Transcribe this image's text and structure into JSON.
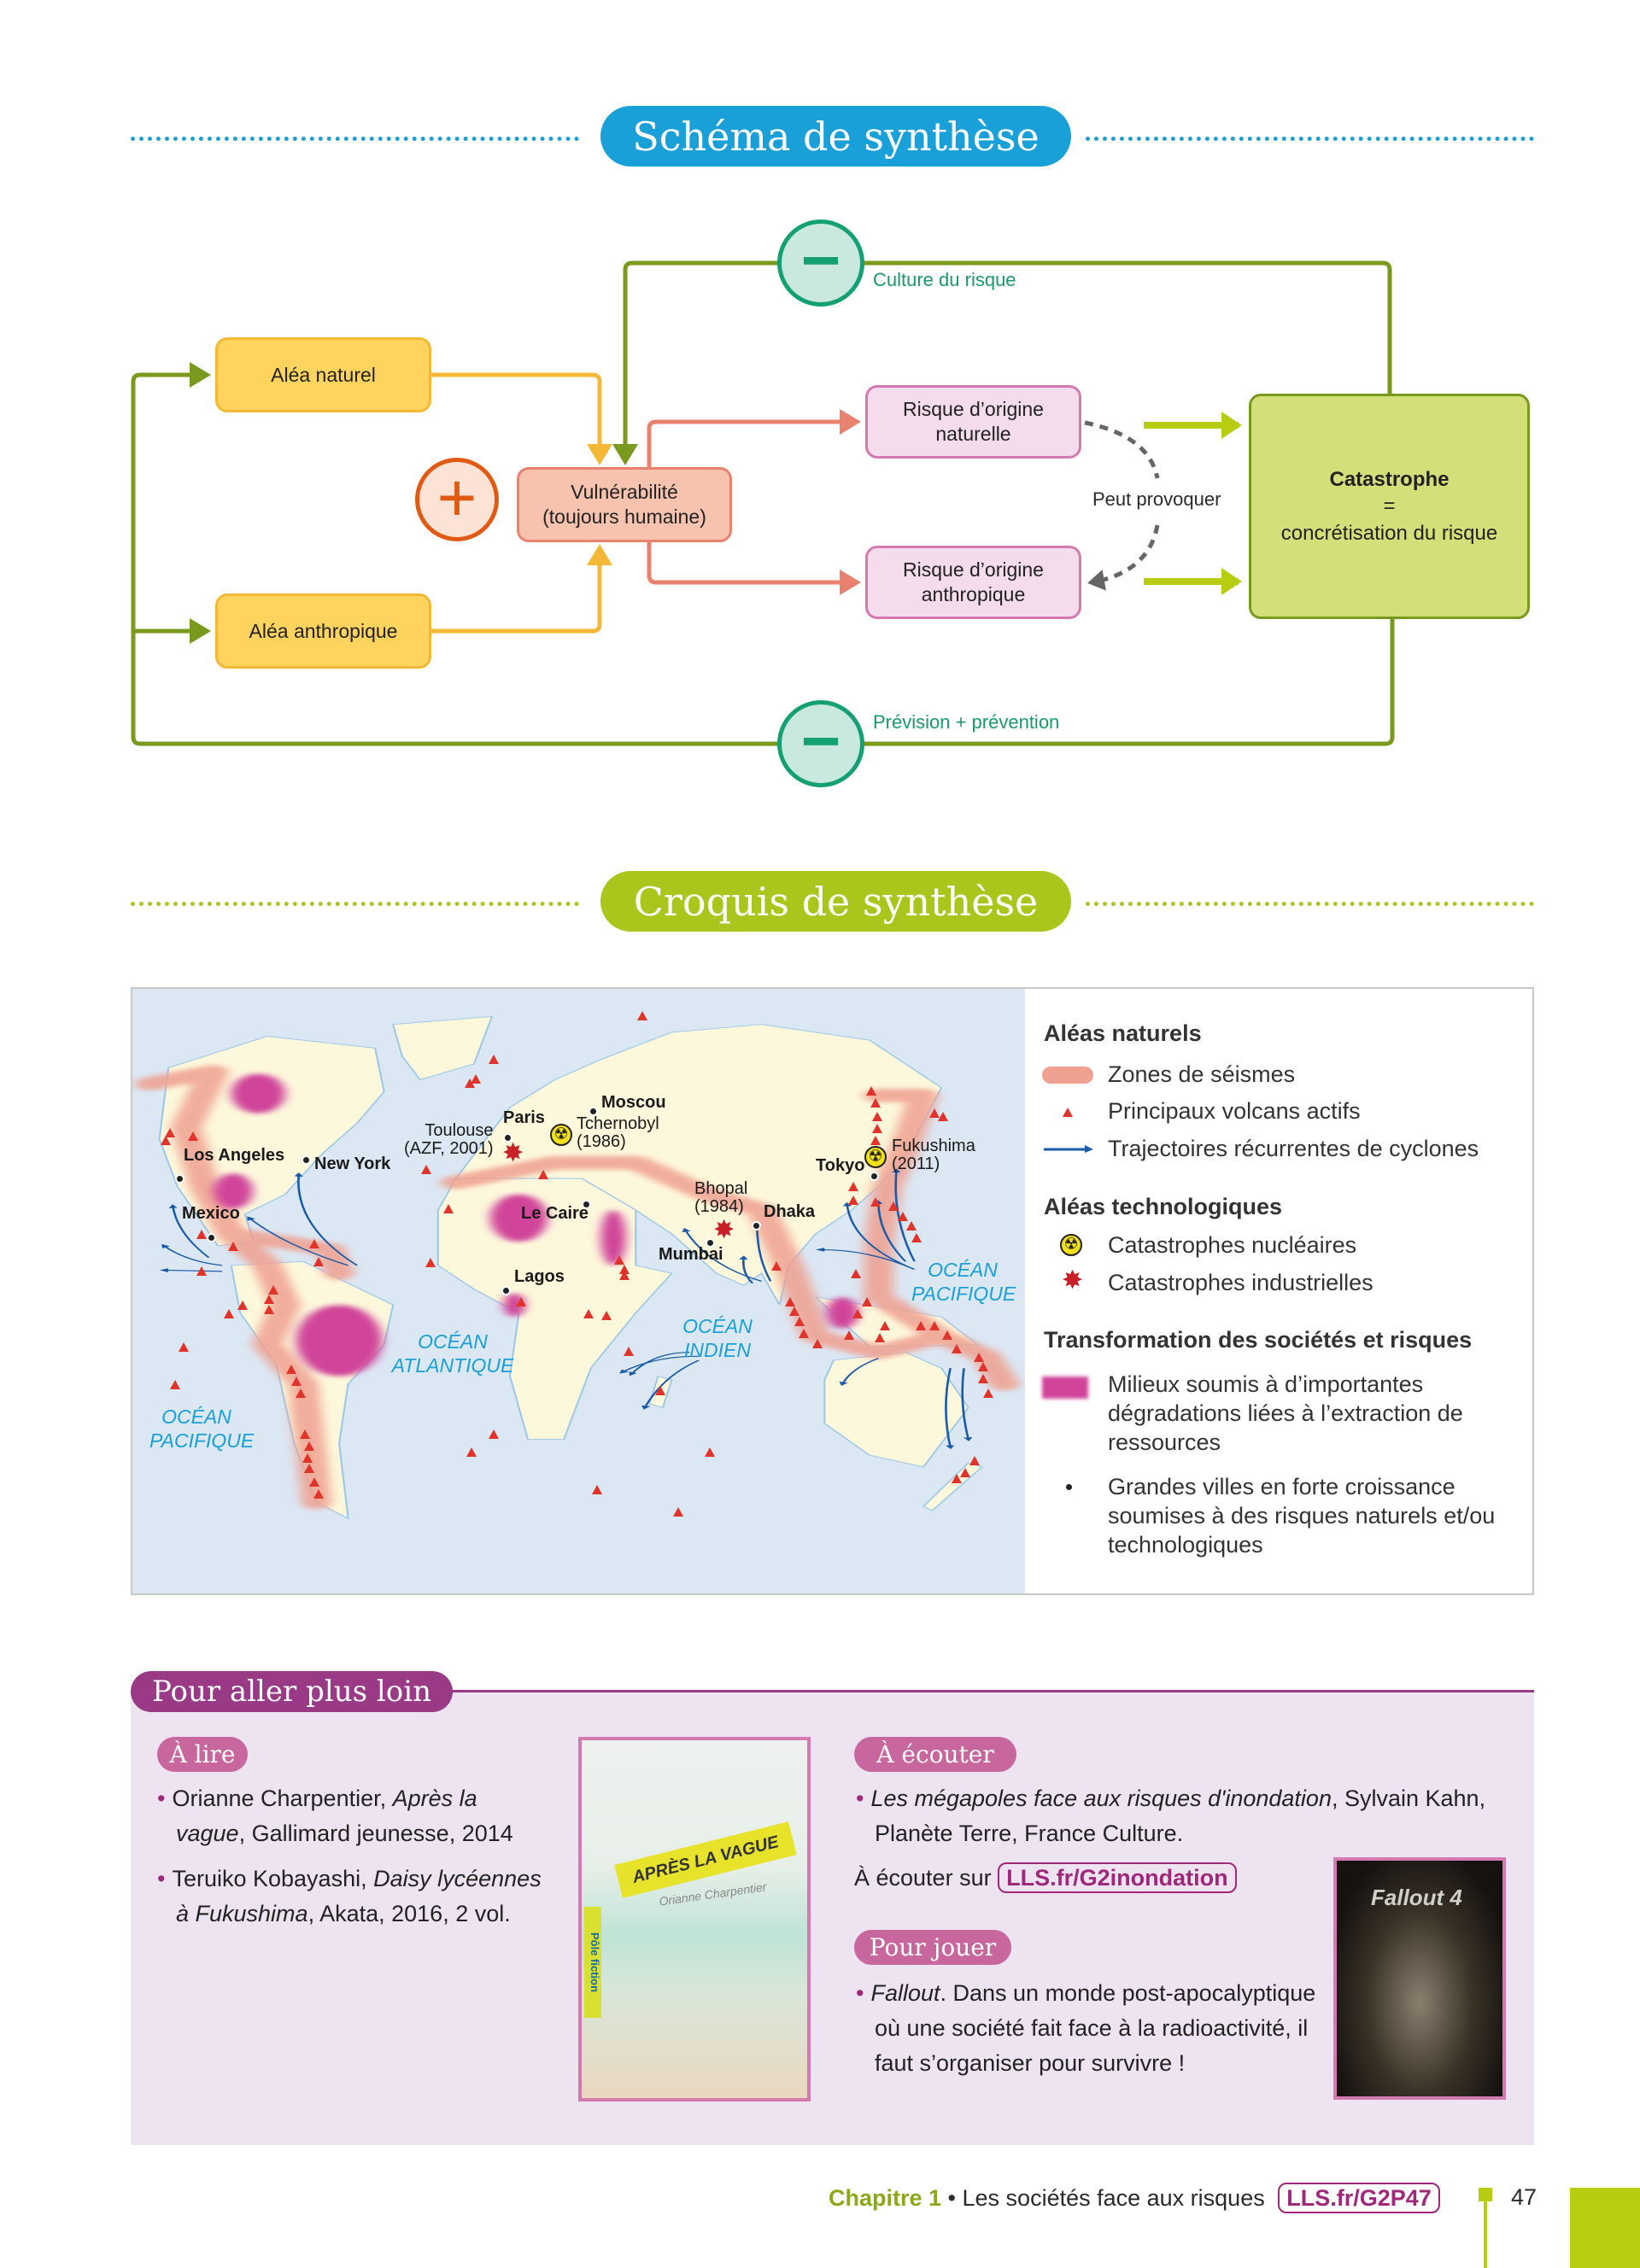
{
  "schema": {
    "title": "Schéma de synthèse",
    "alea_naturel": "Aléa naturel",
    "alea_anthropique": "Aléa anthropique",
    "vulnerabilite": "Vulnérabilité",
    "vulnerabilite_sub": "(toujours humaine)",
    "risque_naturel": "Risque d’origine naturelle",
    "risque_anthropique": "Risque d’origine anthropique",
    "catastrophe": "Catastrophe",
    "egal": "=",
    "catastrophe_def": "concrétisation du risque",
    "peut_provoquer": "Peut provoquer",
    "culture": "Culture du risque",
    "prevision": "Prévision + prévention",
    "plus": "+",
    "minus": "−"
  },
  "croquis": {
    "title": "Croquis de synthèse",
    "cities": {
      "los_angeles": "Los Angeles",
      "new_york": "New York",
      "mexico": "Mexico",
      "paris": "Paris",
      "toulouse": "Toulouse\n(AZF, 2001)",
      "tchernobyl": "Tchernobyl\n(1986)",
      "moscou": "Moscou",
      "le_caire": "Le Caire",
      "lagos": "Lagos",
      "bhopal": "Bhopal\n(1984)",
      "mumbai": "Mumbai",
      "dhaka": "Dhaka",
      "tokyo": "Tokyo",
      "fukushima": "Fukushima\n(2011)"
    },
    "oceans": {
      "pacifique_w": "OCÉAN PACIFIQUE",
      "atlantique": "OCÉAN ATLANTIQUE",
      "indien": "OCÉAN INDIEN",
      "pacifique_e": "OCÉAN PACIFIQUE"
    },
    "legend": {
      "h1": "Aléas naturels",
      "seismes": "Zones de séismes",
      "volcans": "Principaux volcans actifs",
      "cyclones": "Trajectoires récurrentes de cyclones",
      "h2": "Aléas technologiques",
      "nucleaires": "Catastrophes nucléaires",
      "industrielles": "Catastrophes industrielles",
      "h3": "Transformation des sociétés et risques",
      "milieux": "Milieux soumis à d’importantes dégradations liées à l’extraction de ressources",
      "villes": "Grandes villes en forte croissance soumises à des risques naturels et/ou technologiques"
    },
    "colors": {
      "sea": "#dbe8f4",
      "land": "#fdf8dc",
      "seisme": "#f0a090",
      "degradation": "#d0449a",
      "volcan": "#e0332a",
      "cyclone": "#1a5aa8"
    }
  },
  "plus_loin": {
    "title": "Pour aller plus loin",
    "lire": {
      "label": "À lire",
      "items": [
        {
          "author": "Orianne Charpentier, ",
          "title": "Après la vague",
          "rest": ", Gallimard jeunesse, 2014"
        },
        {
          "author": "Teruiko Kobayashi, ",
          "title": "Daisy lycéennes à Fukushima",
          "rest": ", Akata, 2016, 2 vol."
        }
      ],
      "cover_title": "APRÈS LA VAGUE",
      "cover_author": "Orianne Charpentier",
      "cover_series": "Pôle fiction"
    },
    "ecouter": {
      "label": "À écouter",
      "item_title": "Les mégapoles face aux risques d'inondation",
      "item_rest": ", Sylvain Kahn, Planète Terre, France Culture.",
      "sur": "À écouter sur",
      "link": "LLS.fr/G2inondation"
    },
    "jouer": {
      "label": "Pour jouer",
      "item_title": "Fallout",
      "item_rest": ". Dans un monde post-apocalyptique où une société fait face à la radioactivité, il faut s’organiser pour survivre !",
      "cover_title": "Fallout 4"
    }
  },
  "footer": {
    "chapter": "Chapitre 1",
    "sep": " • ",
    "title": "Les sociétés face aux risques",
    "link": "LLS.fr/G2P47",
    "page": "47"
  }
}
